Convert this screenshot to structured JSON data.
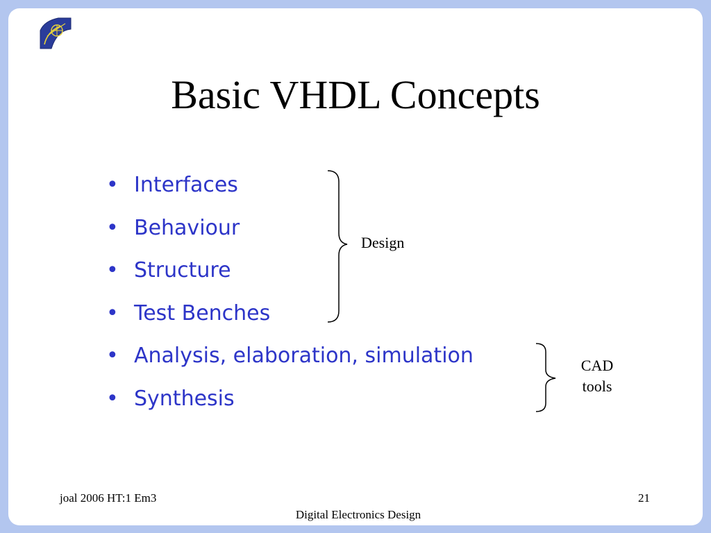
{
  "title": "Basic VHDL Concepts",
  "bullets": [
    "Interfaces",
    "Behaviour",
    "Structure",
    "Test Benches",
    "Analysis, elaboration, simulation",
    "Synthesis"
  ],
  "bullet_symbol": "•",
  "braces": {
    "design_label": "Design",
    "cad_label_line1": "CAD",
    "cad_label_line2": "tools"
  },
  "footer": {
    "left": "joal 2006 HT:1 Em3",
    "page_number": "21",
    "center": "Digital Electronics Design"
  },
  "colors": {
    "background": "#b3c6ef",
    "bullet_text": "#2d35c8",
    "logo_blue": "#2a3c9a",
    "logo_yellow": "#e8d23a"
  }
}
